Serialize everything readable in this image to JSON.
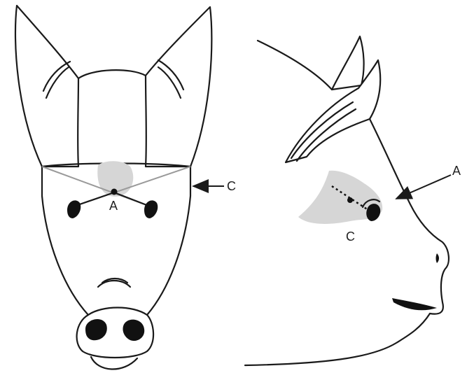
{
  "front_view": {
    "label_a": "A",
    "label_c": "C"
  },
  "side_view": {
    "label_a": "A",
    "label_c": "C"
  }
}
